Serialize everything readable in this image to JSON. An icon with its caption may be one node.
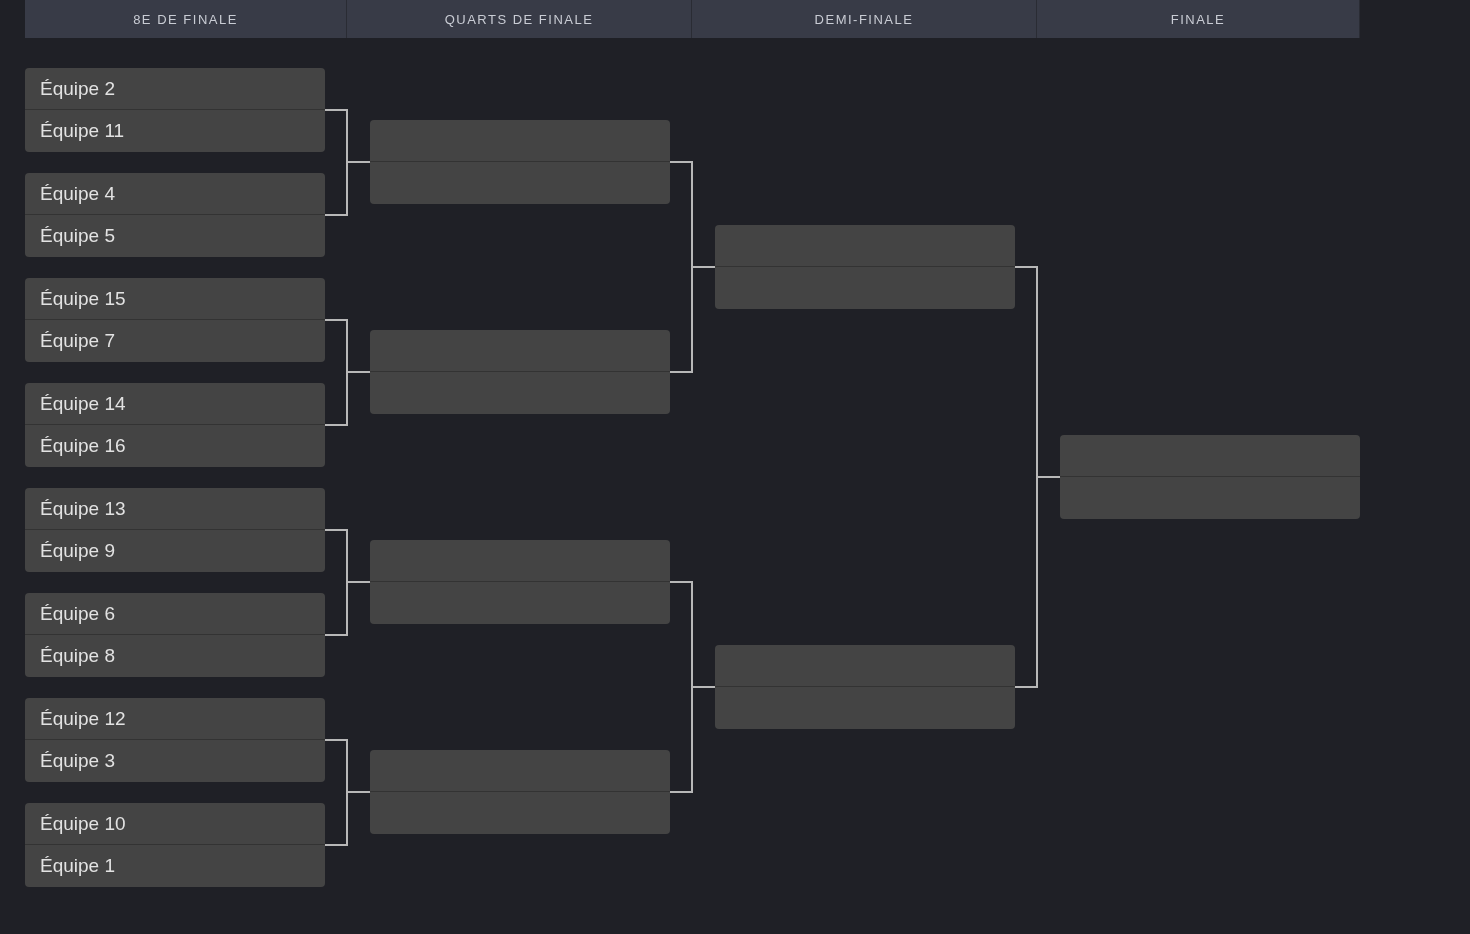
{
  "diagram": {
    "nodes": [
      {
        "text": [
          "Équipe 2",
          "Équipe 11"
        ]
      },
      {
        "text": [
          "Équipe 4",
          "Équipe 5"
        ]
      },
      {
        "text": [
          "Équipe 15",
          "Équipe 7"
        ]
      },
      {
        "text": [
          "Équipe 14",
          "Équipe 16"
        ]
      },
      {
        "text": [
          "Équipe 13",
          "Équipe 9"
        ]
      },
      {
        "text": [
          "Équipe 6",
          "Équipe 8"
        ]
      },
      {
        "text": [
          "Équipe 12",
          "Équipe 3"
        ]
      },
      {
        "text": [
          "Équipe 10",
          "Équipe 1"
        ]
      },
      {
        "text": [],
        "shape": "box"
      },
      {
        "text": [],
        "shape": "box"
      },
      {
        "text": [],
        "shape": "box"
      },
      {
        "text": [],
        "shape": "box"
      },
      {
        "text": [],
        "shape": "box"
      },
      {
        "text": [],
        "shape": "box"
      },
      {
        "text": [],
        "shape": "box"
      }
    ],
    "edges": [
      {
        "from": 0,
        "to": 8,
        "arrow": "none"
      },
      {
        "from": 1,
        "to": 8,
        "arrow": "none"
      },
      {
        "from": 2,
        "to": 9,
        "arrow": "none"
      },
      {
        "from": 3,
        "to": 9,
        "arrow": "none"
      },
      {
        "from": 4,
        "to": 10,
        "arrow": "none"
      },
      {
        "from": 5,
        "to": 10,
        "arrow": "none"
      },
      {
        "from": 6,
        "to": 11,
        "arrow": "none"
      },
      {
        "from": 7,
        "to": 11,
        "arrow": "none"
      },
      {
        "from": 8,
        "to": 12,
        "arrow": "none"
      },
      {
        "from": 9,
        "to": 12,
        "arrow": "none"
      },
      {
        "from": 10,
        "to": 13,
        "arrow": "none"
      },
      {
        "from": 11,
        "to": 13,
        "arrow": "none"
      },
      {
        "from": 12,
        "to": 14,
        "arrow": "none"
      },
      {
        "from": 13,
        "to": 14,
        "arrow": "none"
      }
    ],
    "labels": [
      "8E DE FINALE",
      "QUARTS DE FINALE",
      "DEMI-FINALE",
      "FINALE"
    ]
  }
}
